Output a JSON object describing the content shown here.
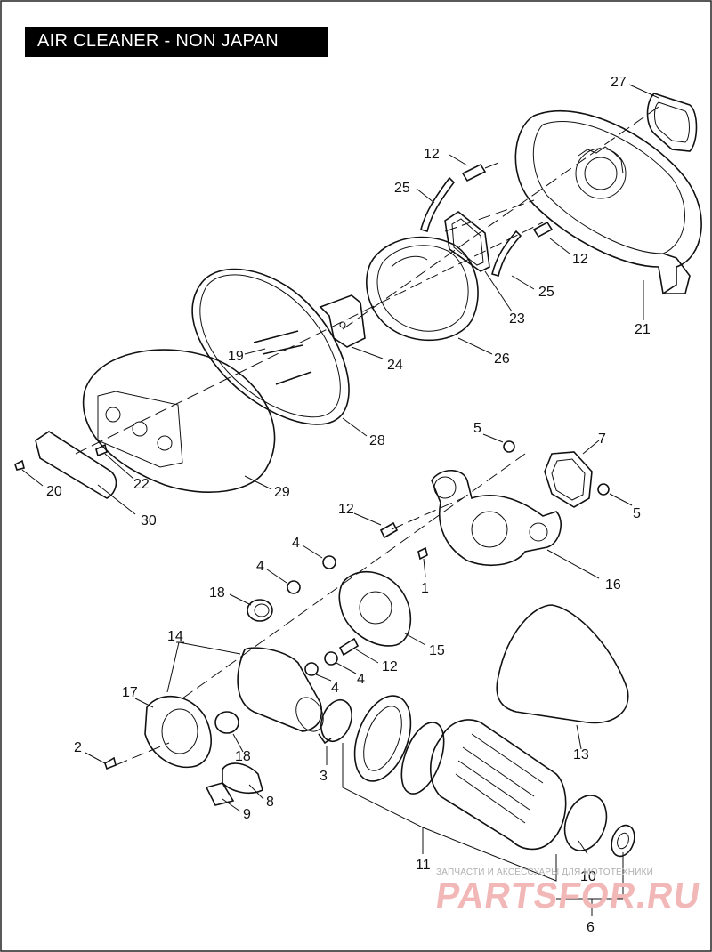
{
  "title": "AIR CLEANER - NON JAPAN",
  "labels": {
    "l27": "27",
    "l12a": "12",
    "l25a": "25",
    "l12b": "12",
    "l25b": "25",
    "l23": "23",
    "l21": "21",
    "l19": "19",
    "l24": "24",
    "l26": "26",
    "l28": "28",
    "l22": "22",
    "l20": "20",
    "l29": "29",
    "l30": "30",
    "l5a": "5",
    "l7": "7",
    "l5b": "5",
    "l12c": "12",
    "l4a": "4",
    "l4b": "4",
    "l1": "1",
    "l16": "16",
    "l18a": "18",
    "l15": "15",
    "l14": "14",
    "l12d": "12",
    "l4c": "4",
    "l4d": "4",
    "l17": "17",
    "l13": "13",
    "l2": "2",
    "l18b": "18",
    "l3": "3",
    "l8": "8",
    "l9": "9",
    "l11": "11",
    "l10": "10",
    "l6": "6"
  },
  "watermark": {
    "small": "ЗАПЧАСТИ И АКСЕССУАРЫ ДЛЯ МОТОТЕХНИКИ",
    "logo": "PARTSFOR.RU"
  }
}
